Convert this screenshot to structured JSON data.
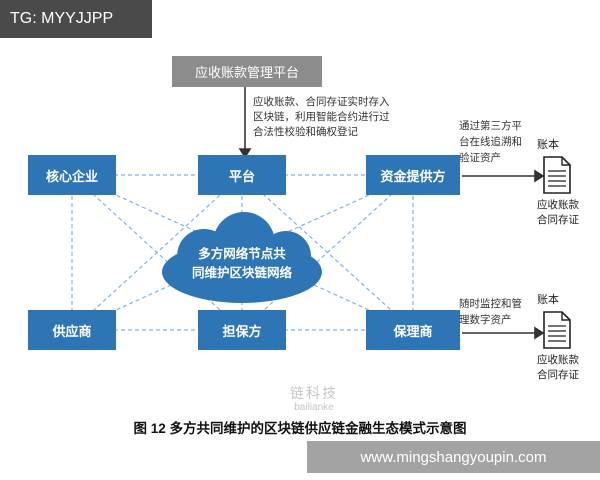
{
  "header": {
    "tg": "TG: MYYJJPP"
  },
  "top_box": {
    "label": "应收账款管理平台"
  },
  "flow_note": "应收账款、合同存证实时存入\n区块链，利用智能合约进行过\n合法性校验和确权登记",
  "nodes": {
    "core": "核心企业",
    "platform": "平台",
    "funder": "资金提供方",
    "supplier": "供应商",
    "guarantor": "担保方",
    "factor": "保理商"
  },
  "cloud": "多方网络节点共\n同维护区块链网络",
  "right_top": {
    "note": "通过第三方平\n台在线追溯和\n验证资产",
    "ledger": "账本",
    "doc": "应收账款\n合同存证"
  },
  "right_bottom": {
    "note": "随时监控和管\n理数字资产",
    "ledger": "账本",
    "doc": "应收账款\n合同存证"
  },
  "caption": "图 12  多方共同维护的区块链供应链金融生态模式示意图",
  "watermark": {
    "cn": "链科技",
    "en": "bailianke"
  },
  "footer": {
    "url": "www.mingshangyoupin.com"
  },
  "colors": {
    "node_blue": "#2e75b6",
    "gray_box": "#8c8c8c",
    "dark_bar": "#4a4a4a",
    "light_bar": "#a3a3a3",
    "dash_line": "#7fb2e5",
    "arrow": "#333333"
  }
}
